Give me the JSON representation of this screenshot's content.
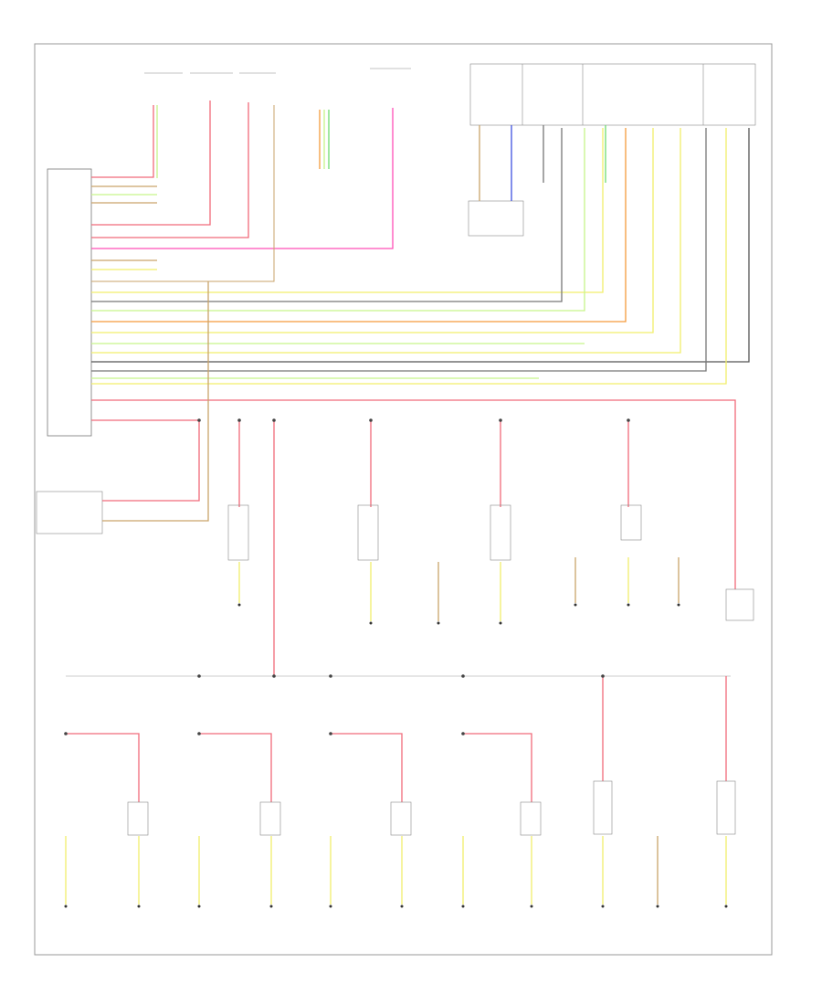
{
  "footer_code": "",
  "colors": {
    "red": "#f06a7a",
    "pink": "#ff4fb6",
    "yellow": "#f2ef6b",
    "lightgreen": "#c7f58a",
    "green": "#6edb6e",
    "orange": "#f59b3c",
    "blue": "#3f52e0",
    "tan": "#c9a36a",
    "gray": "#777777",
    "dark": "#333333",
    "box": "#888888"
  },
  "icons": [
    "ground-symbol",
    "lamp-symbol",
    "switch-contact"
  ]
}
